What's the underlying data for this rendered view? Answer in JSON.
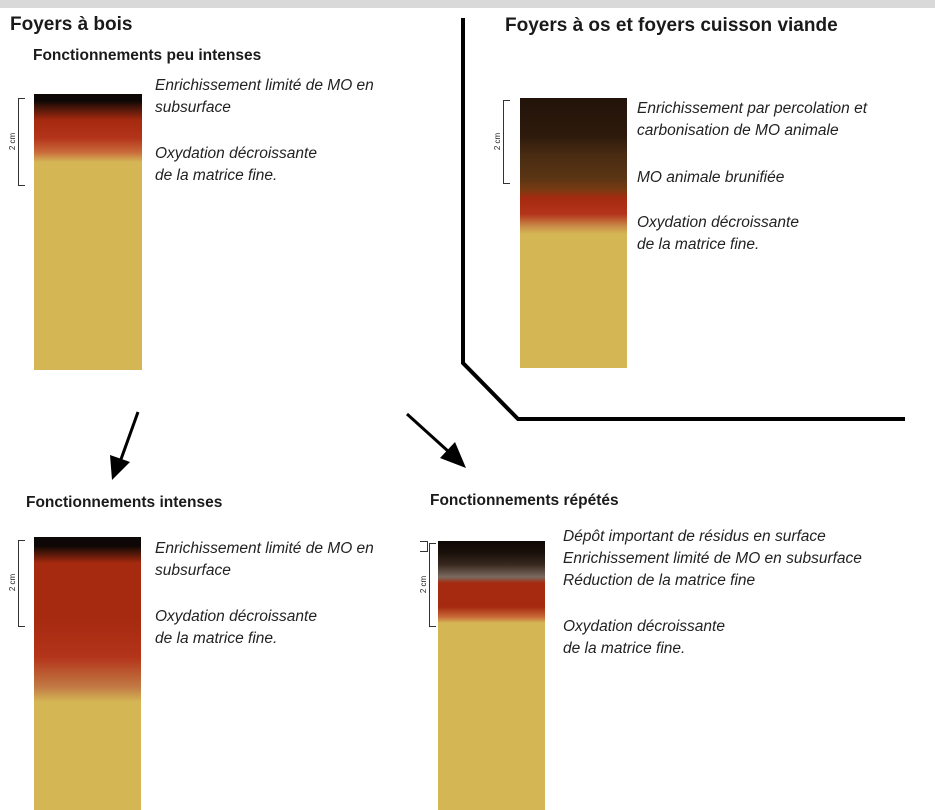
{
  "headings": {
    "wood": "Foyers à bois",
    "bone": "Foyers à os et foyers cuisson viande"
  },
  "columns": {
    "low": {
      "title": "Fonctionnements peu intenses",
      "scale": "2 cm",
      "notes": [
        "Enrichissement limité de MO en",
        "subsurface",
        "Oxydation décroissante",
        "de la matrice fine."
      ]
    },
    "bone": {
      "scale": "2 cm",
      "notes": [
        "Enrichissement par percolation et",
        "carbonisation de MO animale",
        "MO animale brunifiée",
        "Oxydation décroissante",
        "de la matrice fine."
      ]
    },
    "intense": {
      "title": "Fonctionnements intenses",
      "scale": "2 cm",
      "notes": [
        "Enrichissement limité de MO en",
        "subsurface",
        "Oxydation décroissante",
        "de la matrice fine."
      ]
    },
    "repeated": {
      "title": "Fonctionnements répétés",
      "scale": "2 cm",
      "notes": [
        "Dépôt important de résidus en surface",
        "Enrichissement limité de MO en subsurface",
        "Réduction de la matrice fine",
        "Oxydation décroissante",
        "de la matrice fine."
      ]
    }
  },
  "colors": {
    "sediment": "#d4b655",
    "oxidation": "#a52a0f",
    "charcoal": "#0d0806",
    "animal_brown": "#5a3514",
    "dark_brown": "#2e1a0c"
  }
}
